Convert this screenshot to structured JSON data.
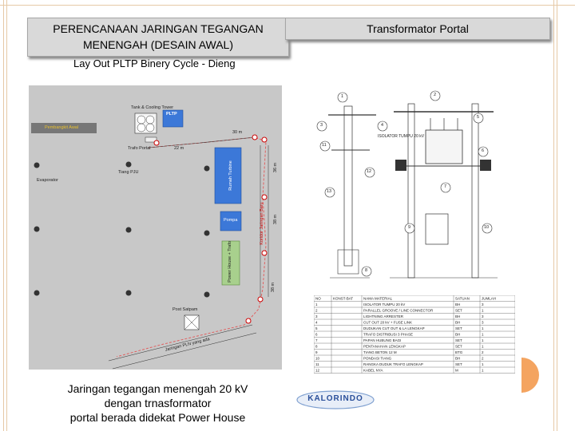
{
  "left_title": {
    "line1": "PERENCANAAN JARINGAN TEGANGAN",
    "line2": "MENENGAH (DESAIN AWAL)"
  },
  "right_title": "Transformator Portal",
  "layout_caption": "Lay Out PLTP Binery Cycle - Dieng",
  "plan_labels": {
    "tower": "Tank & Cooling Tower",
    "pltp": "PLTP",
    "pembangkit": "Pembangkit Awal",
    "trafo_portal": "Trafo Portal",
    "tiang_pju": "Tiang PJU",
    "evaporator": "Evaporator",
    "rumah_turbine": "Rumah Turbine",
    "pompa": "Pompa",
    "power_house": "Power House + Trafo",
    "post_satpam": "Post Satpam",
    "jalan": "Jaringan PLN yang ada",
    "koridor": "Koridor Jaringan Baru",
    "dim_30m": "30 m",
    "dim_22m": "22 m",
    "dim_36m": "36 m",
    "dim_38m": "38 m",
    "dim_38m_b": "38 m"
  },
  "drawing_labels": {
    "n1": "1",
    "n2": "2",
    "n3": "3",
    "n4": "4",
    "n5": "5",
    "n6": "6",
    "n7": "7",
    "n8": "8",
    "n9": "9",
    "n10": "10",
    "n11": "11",
    "n12": "12",
    "n13": "13",
    "isolator": "ISOLATOR TUMPU 20 kV"
  },
  "table": {
    "headers": [
      "NO",
      "KONST-BAT",
      "NAMA MATERIAL",
      "SATUAN",
      "JUMLAH"
    ],
    "rows": [
      [
        "1",
        "",
        "ISOLATOR TUMPU 20 kV",
        "BH",
        "3"
      ],
      [
        "2",
        "",
        "PARALLEL GROOVE / LINE CONNECTOR",
        "SET",
        "1"
      ],
      [
        "3",
        "",
        "LIGHTNING ARRESTER",
        "BH",
        "3"
      ],
      [
        "4",
        "",
        "CUT OUT 20 kV + FUSE LINK",
        "BH",
        "3"
      ],
      [
        "5",
        "",
        "DUDUKAN CUT OUT & LA LENGKAP",
        "SET",
        "1"
      ],
      [
        "6",
        "",
        "TRAFO DISTRIBUSI 3 PHASE",
        "BH",
        "1"
      ],
      [
        "7",
        "",
        "PAPAN HUBUNG BAGI",
        "SET",
        "1"
      ],
      [
        "8",
        "",
        "PENTANAHAN LENGKAP",
        "SET",
        "1"
      ],
      [
        "9",
        "",
        "TIANG BETON 12 M",
        "BTG",
        "2"
      ],
      [
        "10",
        "",
        "PONDASI TIANG",
        "BH",
        "2"
      ],
      [
        "11",
        "",
        "RANGKA DUDUK TRAFO LENGKAP",
        "SET",
        "1"
      ],
      [
        "12",
        "",
        "KABEL NYA",
        "M",
        "1"
      ]
    ]
  },
  "bottom_caption": {
    "line1": "Jaringan tegangan menengah 20 kV",
    "line2": "dengan trnasformator",
    "line3": "portal berada didekat Power House"
  },
  "logo_text": "KALORINDO",
  "colors": {
    "title_bg": "#d9d9d9",
    "plan_bg": "#c8c8c8",
    "building_blue": "#3c78d8",
    "building_green": "#a8d08d",
    "route_red": "#e06060",
    "ornament": "#f4a460"
  }
}
